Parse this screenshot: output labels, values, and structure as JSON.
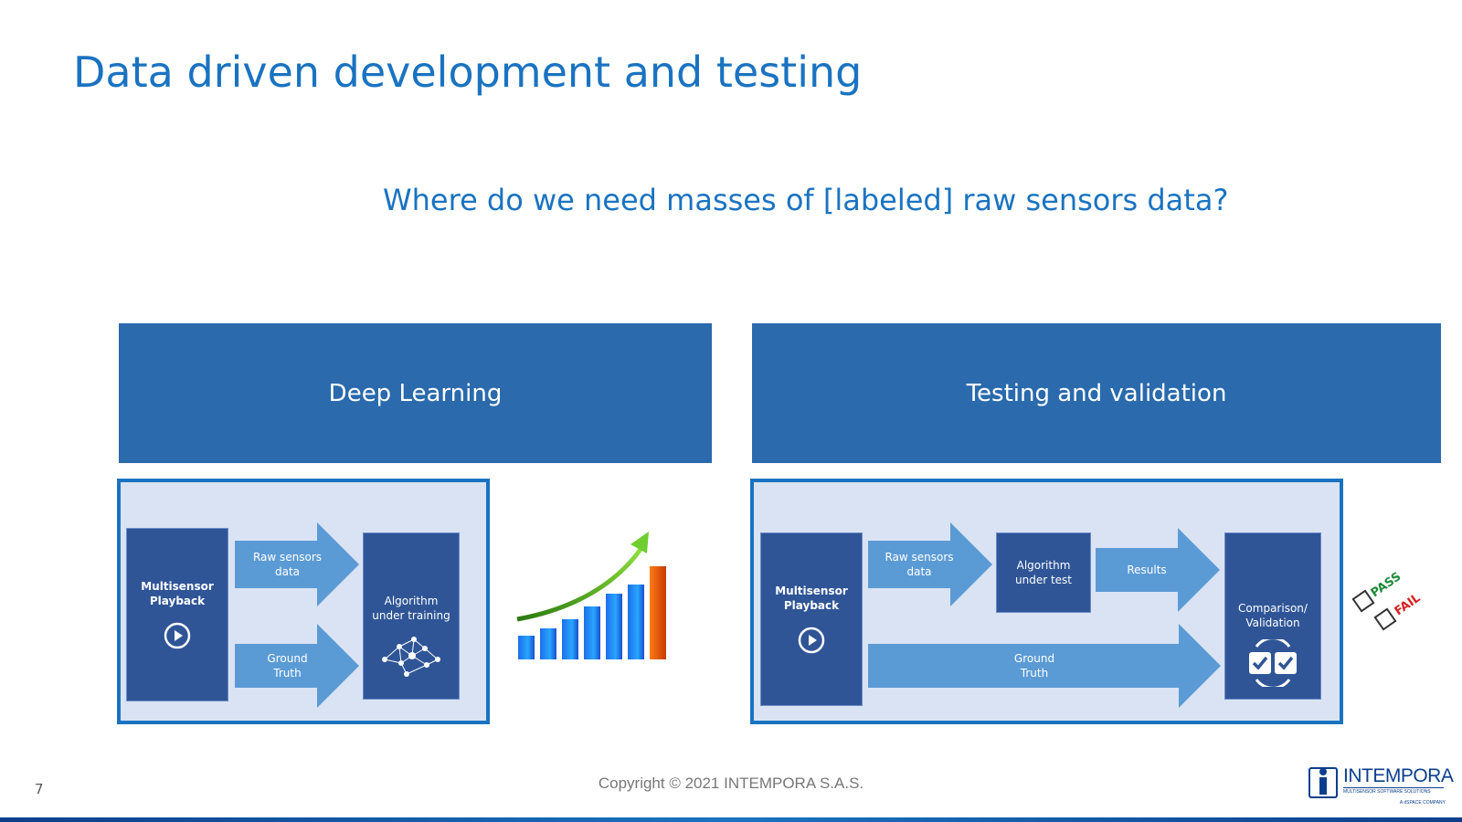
{
  "slide": {
    "title": "Data driven development and testing",
    "question": "Where do we need masses of [labeled] raw sensors data?",
    "page_number": "7",
    "copyright": "Copyright © 2021 INTEMPORA S.A.S."
  },
  "deep_learning": {
    "header": "Deep Learning",
    "source_line1": "Multisensor",
    "source_line2": "Playback",
    "arrow1_line1": "Raw sensors",
    "arrow1_line2": "data",
    "arrow2_line1": "Ground",
    "arrow2_line2": "Truth",
    "target_line1": "Algorithm",
    "target_line2": "under training"
  },
  "testing": {
    "header": "Testing and validation",
    "source_line1": "Multisensor",
    "source_line2": "Playback",
    "arrow1_line1": "Raw sensors",
    "arrow1_line2": "data",
    "algo_line1": "Algorithm",
    "algo_line2": "under test",
    "results": "Results",
    "ground_line1": "Ground",
    "ground_line2": "Truth",
    "compare_line1": "Comparison/",
    "compare_line2": "Validation",
    "pass_label": "PASS",
    "fail_label": "FAIL"
  },
  "logo": {
    "name": "INTEMPORA",
    "tagline": "MULTISENSOR SOFTWARE SOLUTIONS",
    "sub": "A dSPACE COMPANY"
  },
  "colors": {
    "title_blue": "#1a73c1",
    "header_blue": "#2a6aad",
    "frame_fill": "#dae3f3",
    "box_dark": "#2f5597",
    "arrow_light": "#5b9bd5"
  },
  "icons": [
    "play-icon",
    "neural-network-icon",
    "growth-chart-icon",
    "checklist-icon",
    "pass-fail-icon"
  ]
}
